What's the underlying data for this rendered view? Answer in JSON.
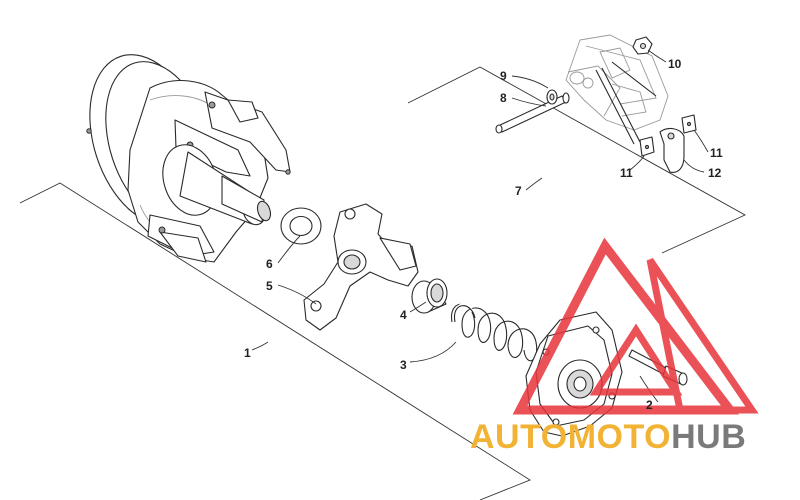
{
  "callouts": {
    "c1": "1",
    "c2": "2",
    "c3": "3",
    "c4": "4",
    "c5": "5",
    "c6": "6",
    "c7": "7",
    "c8": "8",
    "c9": "9",
    "c10": "10",
    "c11a": "11",
    "c11b": "11",
    "c12": "12"
  },
  "watermark": {
    "part1": "AUTO",
    "part2": "MOTO",
    "part3": "HUB",
    "color_red": "#e8343a",
    "color_yellow": "#f2b233",
    "color_grey": "#7a7a7a"
  }
}
